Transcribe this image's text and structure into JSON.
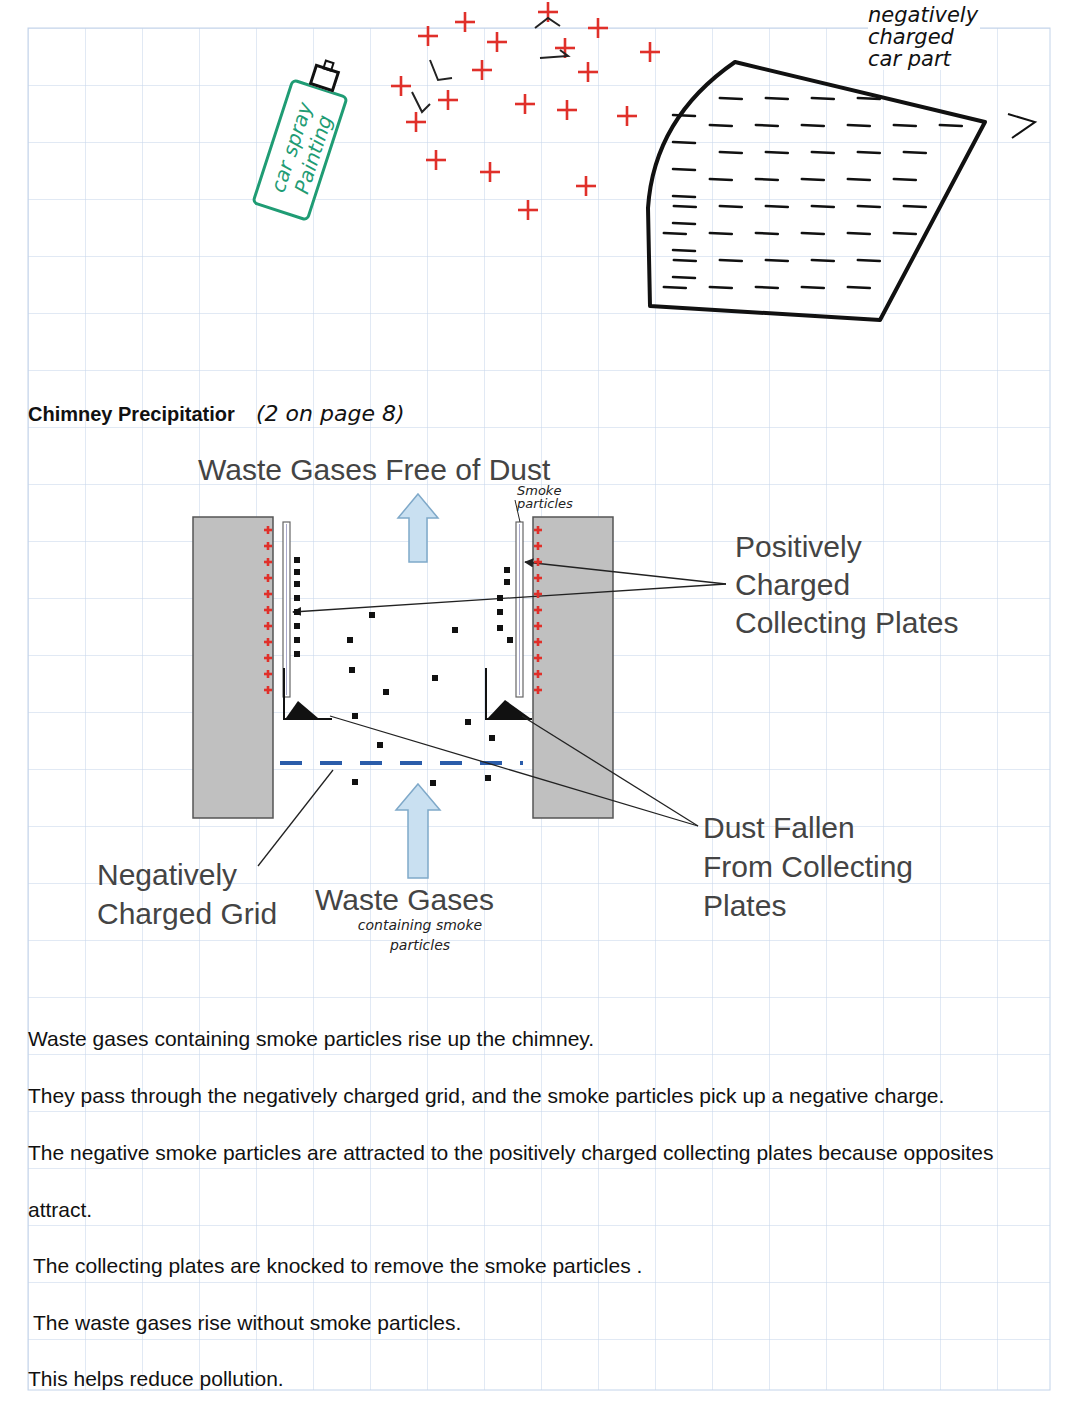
{
  "diagram": {
    "nodes": [
      {
        "text": [
          "car spray Painting"
        ]
      },
      {
        "text": [
          "negatively charged car part"
        ]
      }
    ],
    "labels": [
      "Chimney Precipitatior",
      "(2 on page 8)",
      "Waste Gases Free of Dust",
      "Smoke particles",
      "Positively Charged Collecting Plates",
      "Dust Fallen From Collecting Plates",
      "Negatively Charged Grid",
      "Waste Gases",
      "containing smoke particles",
      "Waste gases containing smoke particles rise up the chimney.",
      "They pass through the negatively charged grid, and the smoke particles pick up a negative charge.",
      "The negative smoke particles are attracted to the positively charged collecting plates because opposites attract.",
      "The collecting plates are knocked to remove the smoke particles .",
      "The waste gases rise without smoke particles.",
      "This helps reduce pollution."
    ]
  }
}
